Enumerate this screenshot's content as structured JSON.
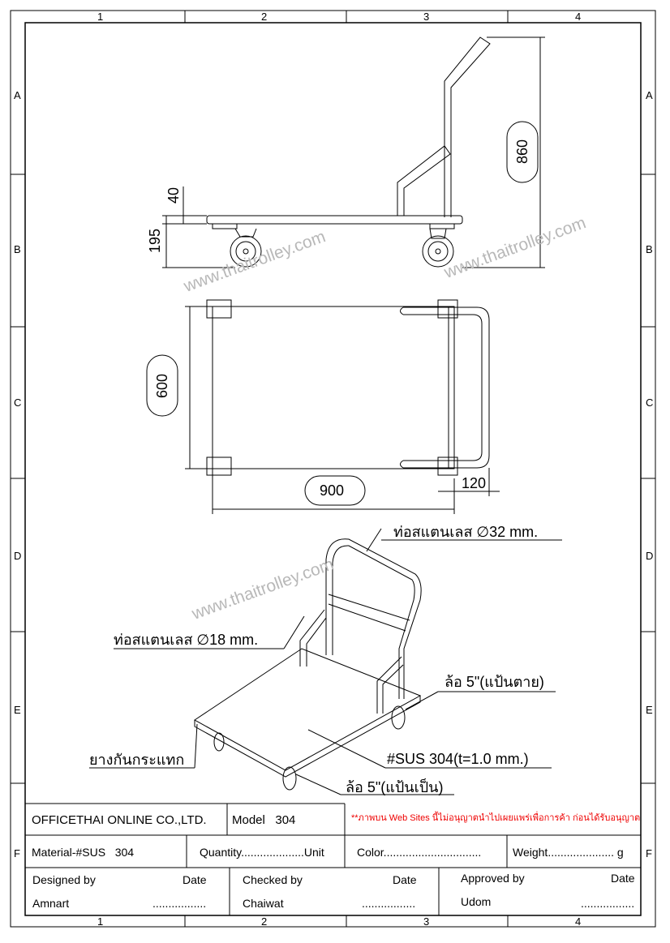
{
  "zones": {
    "columns": [
      "1",
      "2",
      "3",
      "4"
    ],
    "rows": [
      "A",
      "B",
      "C",
      "D",
      "E",
      "F"
    ]
  },
  "dimensions": {
    "height_total": "860",
    "height_platform": "195",
    "deck_thickness": "40",
    "width": "600",
    "length": "900",
    "handle_offset": "120"
  },
  "watermark": "www.thaitrolley.com",
  "callouts": {
    "tube_32": "ท่อสแตนเลส ∅32 mm.",
    "tube_18": "ท่อสแตนเลส ∅18 mm.",
    "wheel_fixed": "ล้อ 5\"(แป้นตาย)",
    "deck": "#SUS 304(t=1.0 mm.)",
    "bumper": "ยางกันกระแทก",
    "wheel_swivel": "ล้อ 5\"(แป้นเป็น)"
  },
  "title_block": {
    "company": "OFFICETHAI ONLINE CO.,LTD.",
    "model": "Model   304",
    "notice": "**ภาพบน Web Sites นี้ไม่อนุญาตนำไปเผยแพร่เพื่อการค้า ก่อนได้รับอนุญาต",
    "material": "Material-#SUS   304",
    "quantity": "Quantity....................Unit",
    "color": "Color...............................",
    "weight": "Weight..................... g",
    "designed_by": "Designed by",
    "designed_name": "Amnart",
    "checked_by": "Checked by",
    "checked_name": "Chaiwat",
    "approved_by": "Approved by",
    "approved_name": "Udom",
    "date": "Date",
    "date_blank": "................."
  }
}
